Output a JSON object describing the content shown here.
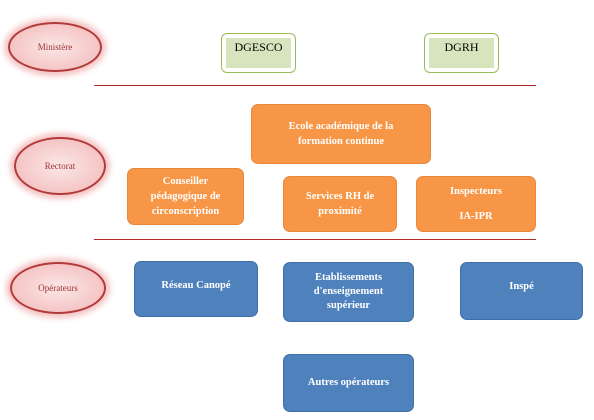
{
  "levels": {
    "ministere": "Ministère",
    "rectorat": "Rectorat",
    "operateurs": "Opérateurs"
  },
  "ministere_nodes": {
    "dgesco": "DGESCO",
    "dgrh": "DGRH"
  },
  "rectorat_nodes": {
    "ecole": "Ecole académique de la formation continue",
    "conseiller": "Conseiller pédagogique de circonscription",
    "services_rh": "Services RH de proximité",
    "inspecteurs": "Inspecteurs",
    "ia_ipr": "IA-IPR"
  },
  "operateurs_nodes": {
    "canope": "Réseau Canopé",
    "etablissements": "Etablissements d'enseignement supérieur",
    "inspe": "Inspé",
    "autres": "Autres opérateurs"
  },
  "colors": {
    "level_border": "#b33a3a",
    "orange": "#f79646",
    "blue": "#4f81bd",
    "green_border": "#9bbb59",
    "green_fill": "#d7e4bd"
  }
}
